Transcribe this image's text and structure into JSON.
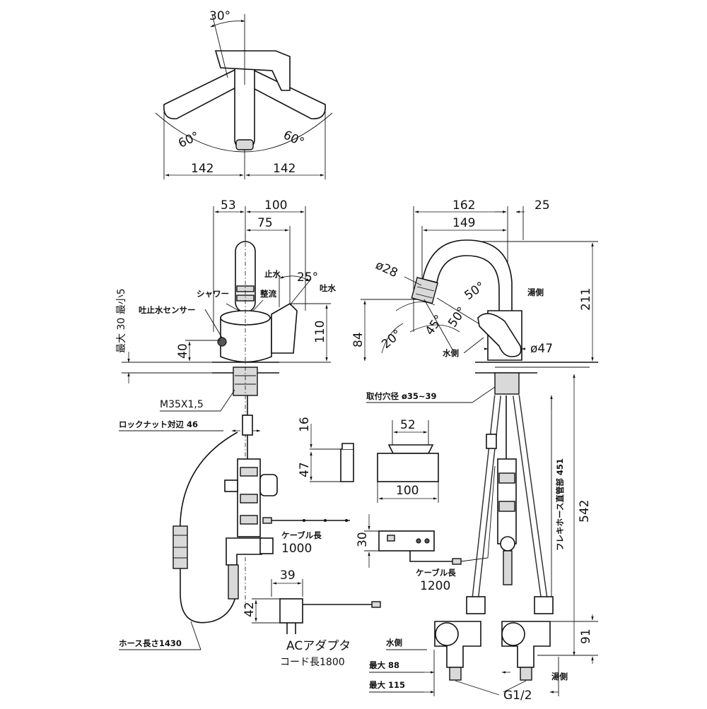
{
  "top_view": {
    "angle_top": "30°",
    "angle_left": "60°",
    "angle_right": "60°",
    "width_left": "142",
    "width_right": "142"
  },
  "front_view": {
    "dim_53": "53",
    "dim_100": "100",
    "dim_75": "75",
    "label_stop": "止水",
    "angle_25": "25°",
    "label_spout": "吐水",
    "label_shower": "シャワー",
    "label_straight": "整流",
    "label_sensor": "吐止水センサー",
    "max_thickness": "最大 30 最小5",
    "dim_40": "40",
    "dim_110": "110",
    "thread": "M35X1,5",
    "lock_nut": "ロックナット対辺 46",
    "hose_length": "ホース長さ1430"
  },
  "sensor_box": {
    "dim_16": "16",
    "dim_47": "47",
    "dim_52": "52",
    "dim_100": "100"
  },
  "cable": {
    "cable_label": "ケーブル長",
    "cable_value": "1000",
    "dim_30": "30",
    "cable2_label": "ケーブル長",
    "cable2_value": "1200"
  },
  "adapter": {
    "dim_39": "39",
    "dim_42": "42",
    "label_ac": "ACアダプタ",
    "label_cord": "コード長1800"
  },
  "side_view": {
    "dim_162": "162",
    "dim_25": "25",
    "dim_149": "149",
    "dia_28": "ø28",
    "angle_45": "45°",
    "angle_50a": "50°",
    "angle_50b": "50°",
    "angle_20": "20°",
    "dim_84": "84",
    "hot_side": "湯側",
    "dim_211": "211",
    "water_side": "水側",
    "dia_47": "ø47",
    "mount_hole": "取付穴径 ø35~39",
    "flex_hose": "フレキホース直管部 451",
    "dim_542": "542",
    "dim_91": "91",
    "water_side_bottom": "水側",
    "max_88": "最大 88",
    "max_115": "最大 115",
    "thread_g": "G1/2",
    "hot_side_bottom": "湯側"
  }
}
